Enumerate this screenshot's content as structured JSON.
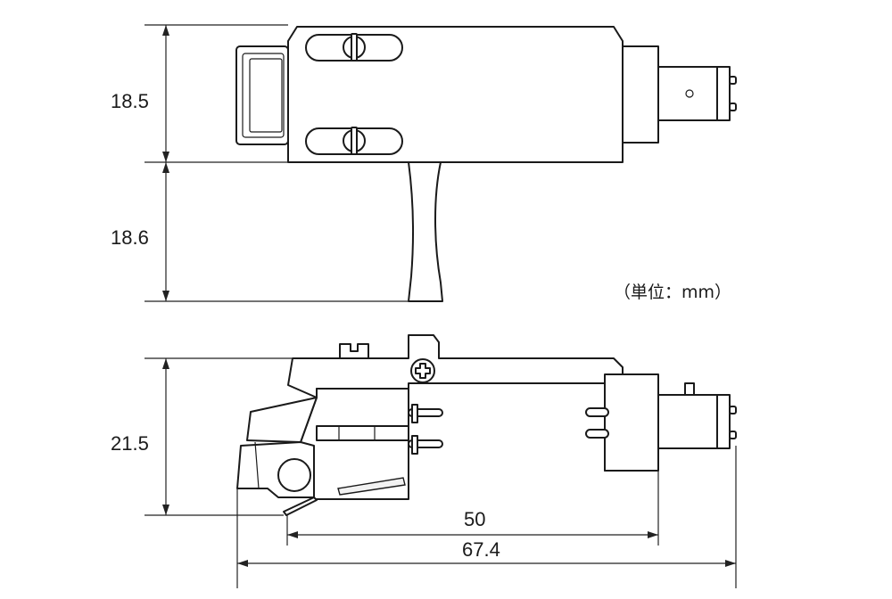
{
  "unit_label": "（単位：mm）",
  "dimensions": {
    "top_upper_height": "18.5",
    "top_lower_height": "18.6",
    "side_height": "21.5",
    "pitch_length": "50",
    "overall_length": "67.4"
  },
  "colors": {
    "line": "#1a1a1a",
    "background": "#ffffff"
  }
}
